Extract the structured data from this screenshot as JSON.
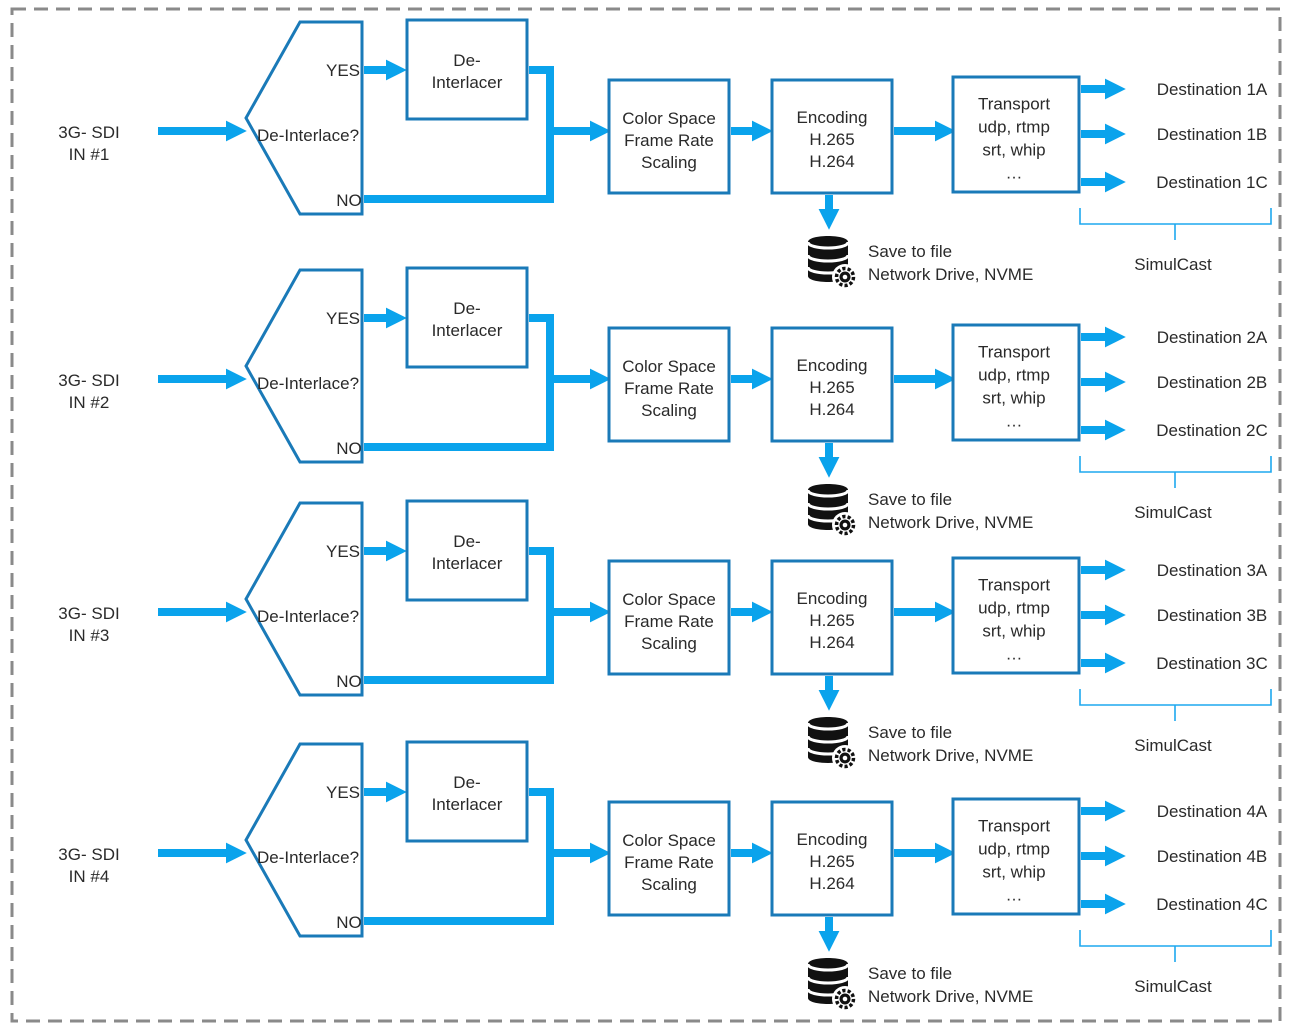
{
  "colors": {
    "arrow": "#0aa3ec",
    "box_stroke": "#1a7ab8",
    "text": "#2a2a2a",
    "frame": "#8a8a8a"
  },
  "icons": {
    "storage": "database-gear-icon"
  },
  "pipelines": [
    {
      "input": [
        "3G- SDI",
        "IN #1"
      ],
      "decision": "De-Interlace?",
      "yes": "YES",
      "no": "NO",
      "deinterlacer": [
        "De-",
        "Interlacer"
      ],
      "color": [
        "Color Space",
        "Frame Rate",
        "Scaling"
      ],
      "encoding": [
        "Encoding",
        "H.265",
        "H.264"
      ],
      "transport": [
        "Transport",
        "udp, rtmp",
        "srt, whip",
        "…"
      ],
      "save": [
        "Save to file",
        "Network Drive, NVME"
      ],
      "destinations": [
        "Destination 1A",
        "Destination 1B",
        "Destination 1C"
      ],
      "simulcast": "SimulCast"
    },
    {
      "input": [
        "3G- SDI",
        "IN #2"
      ],
      "decision": "De-Interlace?",
      "yes": "YES",
      "no": "NO",
      "deinterlacer": [
        "De-",
        "Interlacer"
      ],
      "color": [
        "Color Space",
        "Frame Rate",
        "Scaling"
      ],
      "encoding": [
        "Encoding",
        "H.265",
        "H.264"
      ],
      "transport": [
        "Transport",
        "udp, rtmp",
        "srt, whip",
        "…"
      ],
      "save": [
        "Save to file",
        "Network Drive, NVME"
      ],
      "destinations": [
        "Destination 2A",
        "Destination 2B",
        "Destination 2C"
      ],
      "simulcast": "SimulCast"
    },
    {
      "input": [
        "3G- SDI",
        "IN #3"
      ],
      "decision": "De-Interlace?",
      "yes": "YES",
      "no": "NO",
      "deinterlacer": [
        "De-",
        "Interlacer"
      ],
      "color": [
        "Color Space",
        "Frame Rate",
        "Scaling"
      ],
      "encoding": [
        "Encoding",
        "H.265",
        "H.264"
      ],
      "transport": [
        "Transport",
        "udp, rtmp",
        "srt, whip",
        "…"
      ],
      "save": [
        "Save to file",
        "Network Drive, NVME"
      ],
      "destinations": [
        "Destination 3A",
        "Destination 3B",
        "Destination 3C"
      ],
      "simulcast": "SimulCast"
    },
    {
      "input": [
        "3G- SDI",
        "IN #4"
      ],
      "decision": "De-Interlace?",
      "yes": "YES",
      "no": "NO",
      "deinterlacer": [
        "De-",
        "Interlacer"
      ],
      "color": [
        "Color Space",
        "Frame Rate",
        "Scaling"
      ],
      "encoding": [
        "Encoding",
        "H.265",
        "H.264"
      ],
      "transport": [
        "Transport",
        "udp, rtmp",
        "srt, whip",
        "…"
      ],
      "save": [
        "Save to file",
        "Network Drive, NVME"
      ],
      "destinations": [
        "Destination 4A",
        "Destination 4B",
        "Destination 4C"
      ],
      "simulcast": "SimulCast"
    }
  ]
}
